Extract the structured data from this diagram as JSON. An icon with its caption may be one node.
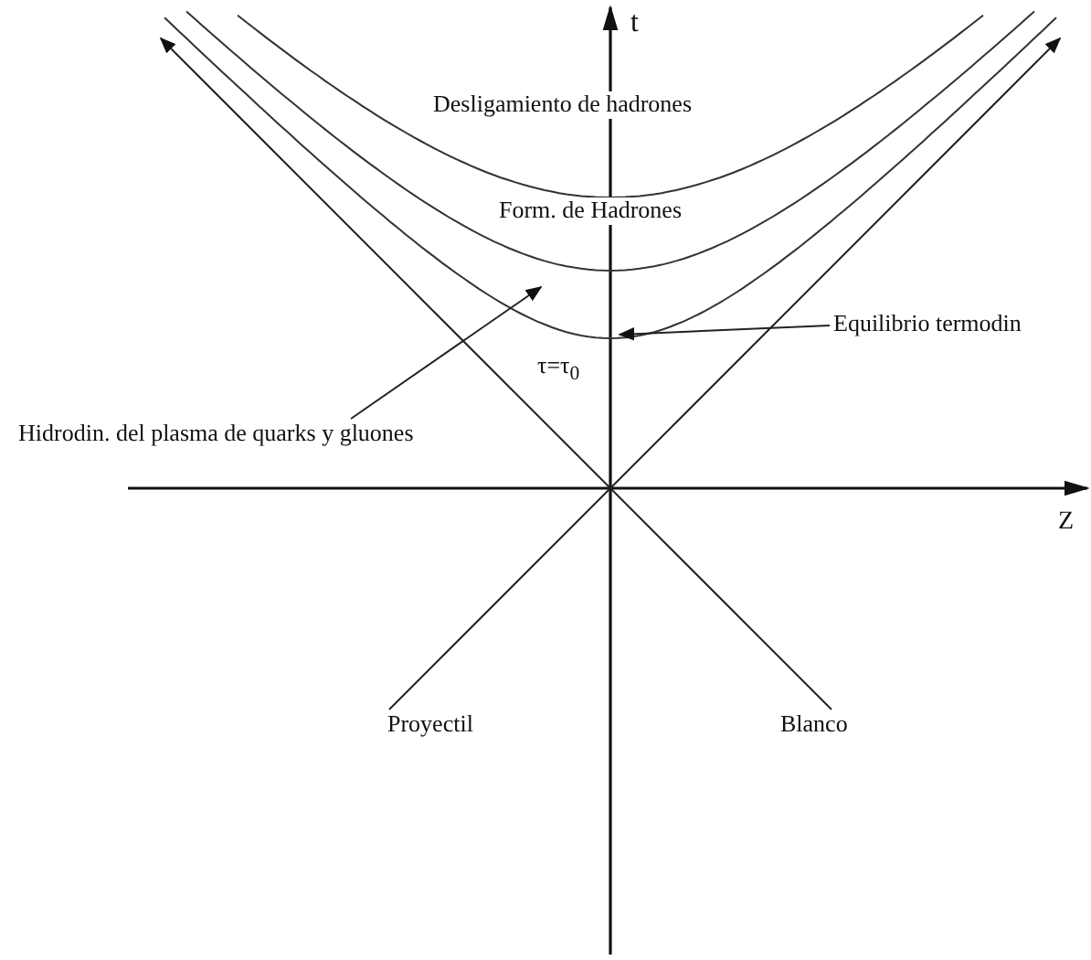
{
  "diagram": {
    "nodes": [
      {
        "text": [
          "Hidrodin. del plasma de quarks y gluones"
        ]
      },
      {
        "text": [
          "Equilibrio termodin"
        ]
      },
      {
        "text": [
          "Proyectil"
        ]
      },
      {
        "text": [
          "Blanco"
        ]
      }
    ],
    "edges": [
      {
        "from": 0,
        "to": null,
        "arrow": "to"
      },
      {
        "from": 1,
        "to": null,
        "arrow": "to"
      },
      {
        "from": 2,
        "to": null,
        "arrow": "to"
      },
      {
        "from": 3,
        "to": null,
        "arrow": "to"
      }
    ],
    "labels": [
      "t",
      "Desligamiento de hadrones",
      "Form. de Hadrones",
      "τ=τ$_{0}$",
      "Z"
    ]
  }
}
